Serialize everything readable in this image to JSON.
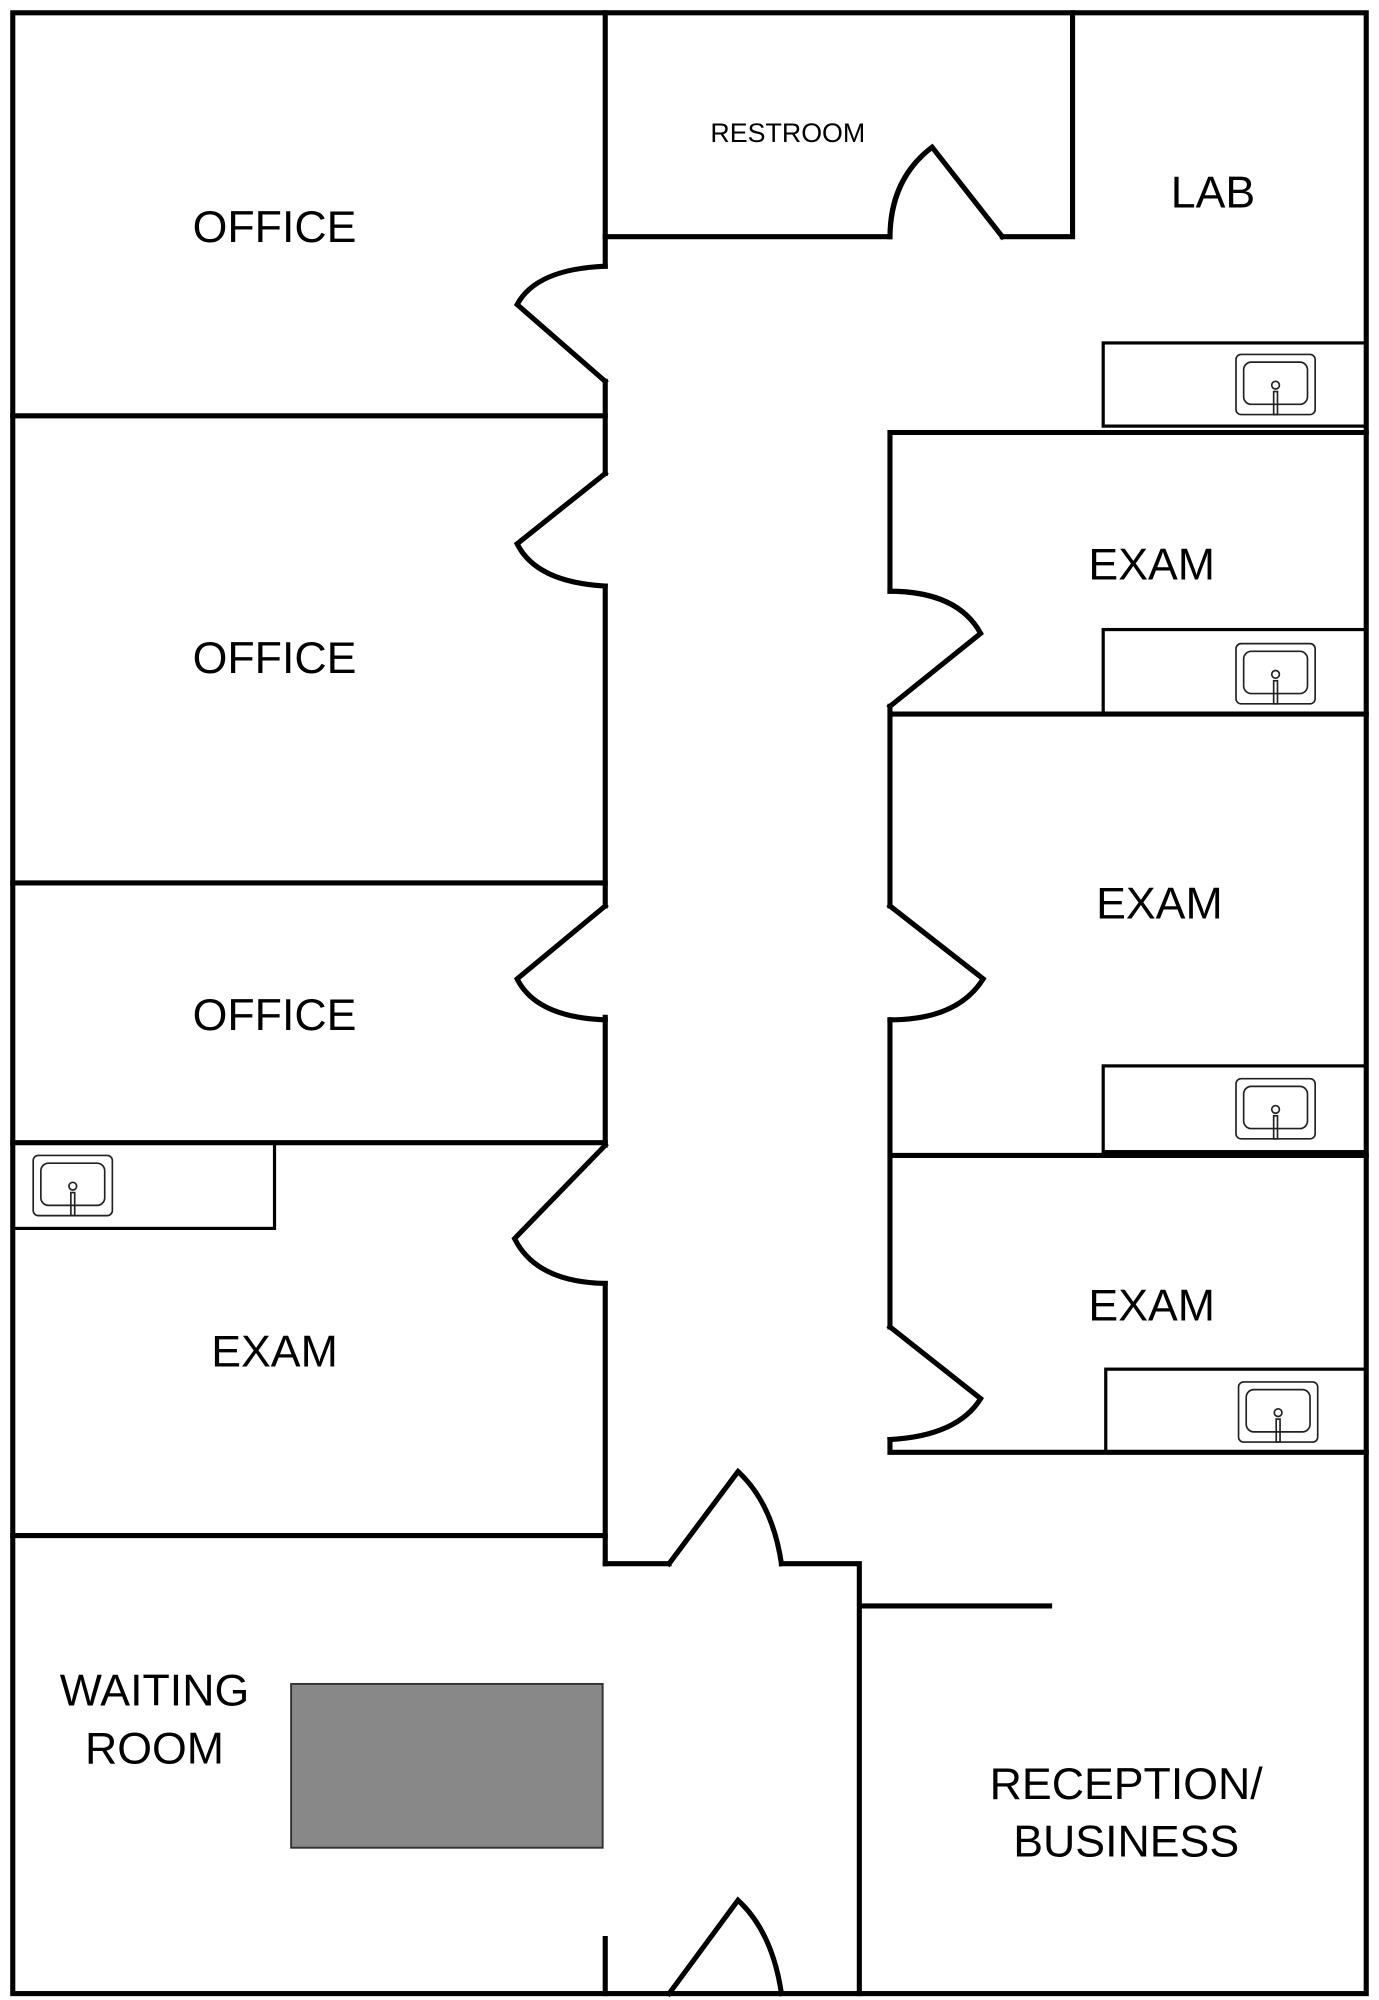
{
  "title": "Medical office floor plan",
  "rooms": {
    "office_1": "OFFICE",
    "office_2": "OFFICE",
    "office_3": "OFFICE",
    "restroom": "RESTROOM",
    "lab": "LAB",
    "exam_right_1": "EXAM",
    "exam_right_2": "EXAM",
    "exam_right_3": "EXAM",
    "exam_left": "EXAM",
    "waiting_line1": "WAITING",
    "waiting_line2": "ROOM",
    "reception_line1": "RECEPTION/",
    "reception_line2": "BUSINESS"
  },
  "colors": {
    "walls": "#000000",
    "furniture": "#888888"
  }
}
